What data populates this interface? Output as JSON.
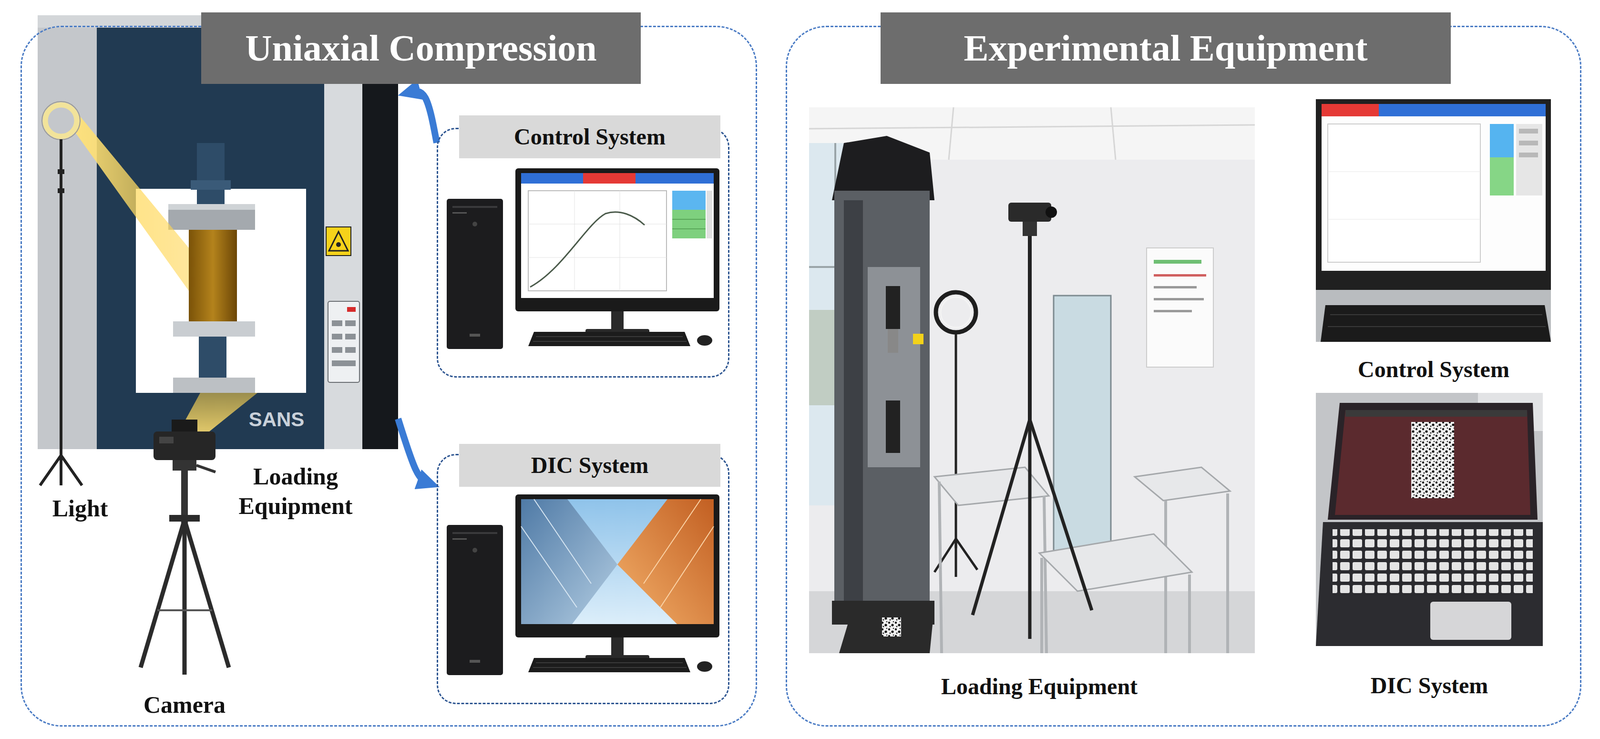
{
  "diagram": {
    "nodes": [
      {
        "text": [
          "Uniaxial Compression"
        ]
      },
      {
        "text": [
          "Control System"
        ],
        "in": 0
      },
      {
        "text": [
          "DIC System"
        ],
        "in": 0
      },
      {
        "text": [
          "Loading Equipment"
        ],
        "in": 0
      },
      {
        "text": [
          "Experimental Equipment"
        ]
      }
    ],
    "edges": [
      {
        "from": 1,
        "to": 3,
        "arrow": "to"
      },
      {
        "from": 3,
        "to": 2,
        "arrow": "to"
      }
    ],
    "labels": [
      "SANS",
      "Light",
      "Camera",
      "Control System",
      "Loading Equipment",
      "DIC System"
    ]
  }
}
